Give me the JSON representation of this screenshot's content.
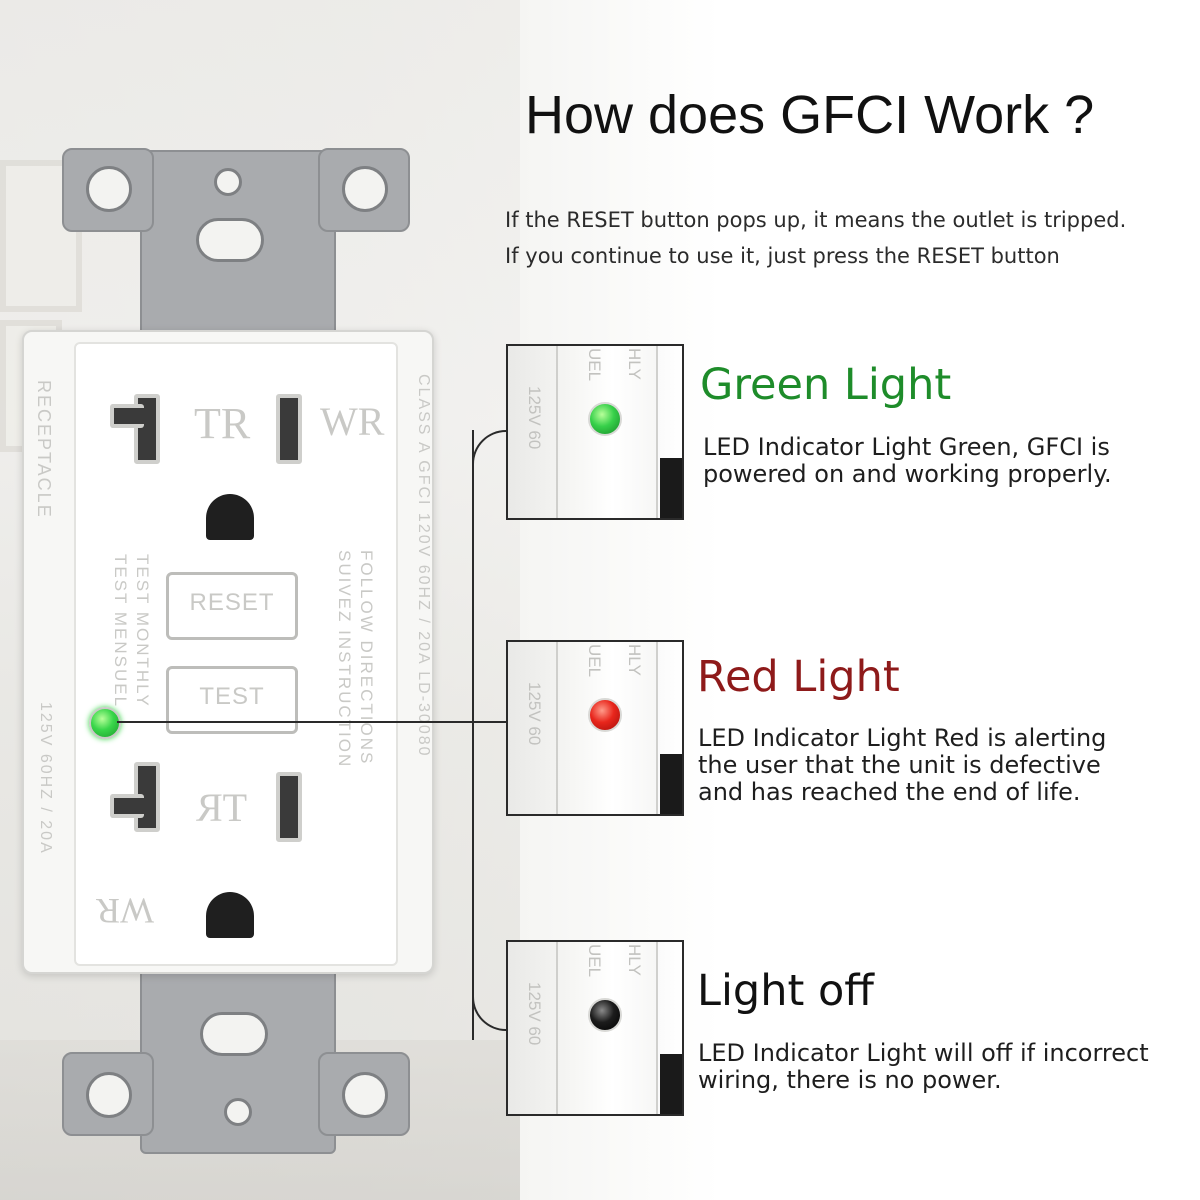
{
  "title": "How does GFCI Work ?",
  "intro": {
    "line1": "If the RESET button pops up, it means the outlet is tripped.",
    "line2": "If you continue to use it, just press the RESET button"
  },
  "outlet": {
    "labels": {
      "tr_top": "TR",
      "wr_top": "WR",
      "tr_bottom": "TR",
      "wr_bottom": "WR",
      "receptacle": "RECEPTACLE",
      "test_monthly": "TEST MONTHLY",
      "test_mensuel": "TEST MENSUEL",
      "follow_directions": "FOLLOW DIRECTIONS",
      "suivez_instruction": "SUIVEZ INSTRUCTION",
      "rating_right": "CLASS A GFCI 120V 60HZ / 20A LD-30080",
      "rating_left": "125V 60HZ / 20A",
      "reset": "RESET",
      "test": "TEST"
    },
    "led_color": "#39d64a"
  },
  "thumb_labels": {
    "a": "125V 60",
    "b": "UEL",
    "c": "HLY"
  },
  "states": [
    {
      "heading": "Green Light",
      "heading_color": "#1e8c2a",
      "line1": "LED Indicator Light Green, GFCI is",
      "line2": "powered on and working properly.",
      "line3": "",
      "led": "green"
    },
    {
      "heading": "Red Light",
      "heading_color": "#8e1a1a",
      "line1": "LED Indicator Light Red is alerting",
      "line2": "the user that the unit is defective",
      "line3": "and has reached the end of life.",
      "led": "red"
    },
    {
      "heading": "Light off",
      "heading_color": "#111111",
      "line1": "LED Indicator Light will off if incorrect",
      "line2": "wiring, there is no power.",
      "line3": "",
      "led": "off"
    }
  ]
}
